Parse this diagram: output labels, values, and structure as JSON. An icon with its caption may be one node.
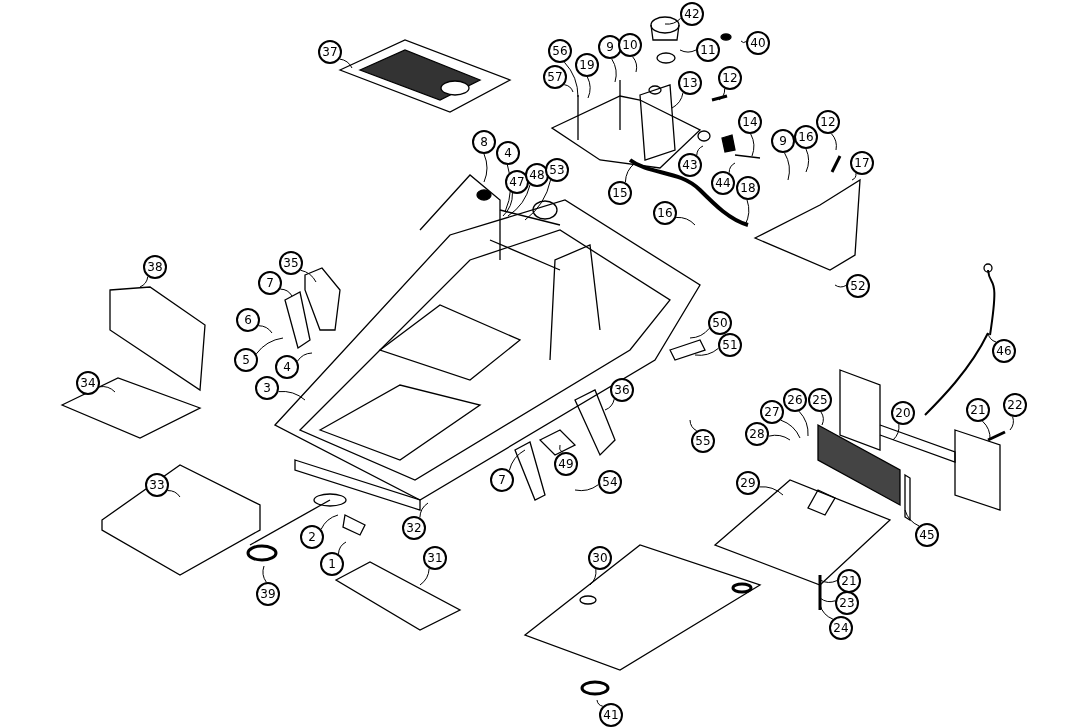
{
  "diagram": {
    "nodes": [
      {
        "text": [
          "37"
        ]
      },
      {
        "text": [
          "42"
        ]
      },
      {
        "text": [
          "56"
        ]
      },
      {
        "text": [
          "9"
        ]
      },
      {
        "text": [
          "10"
        ]
      },
      {
        "text": [
          "19"
        ]
      },
      {
        "text": [
          "11"
        ]
      },
      {
        "text": [
          "40"
        ]
      },
      {
        "text": [
          "57"
        ]
      },
      {
        "text": [
          "13"
        ]
      },
      {
        "text": [
          "12"
        ]
      },
      {
        "text": [
          "14"
        ]
      },
      {
        "text": [
          "43"
        ]
      },
      {
        "text": [
          "44"
        ]
      },
      {
        "text": [
          "9"
        ]
      },
      {
        "text": [
          "16"
        ]
      },
      {
        "text": [
          "12"
        ]
      },
      {
        "text": [
          "17"
        ]
      },
      {
        "text": [
          "15"
        ]
      },
      {
        "text": [
          "16"
        ]
      },
      {
        "text": [
          "18"
        ]
      },
      {
        "text": [
          "8"
        ]
      },
      {
        "text": [
          "4"
        ]
      },
      {
        "text": [
          "47"
        ]
      },
      {
        "text": [
          "48"
        ]
      },
      {
        "text": [
          "53"
        ]
      },
      {
        "text": [
          "38"
        ]
      },
      {
        "text": [
          "35"
        ]
      },
      {
        "text": [
          "7"
        ]
      },
      {
        "text": [
          "6"
        ]
      },
      {
        "text": [
          "5"
        ]
      },
      {
        "text": [
          "4"
        ]
      },
      {
        "text": [
          "3"
        ]
      },
      {
        "text": [
          "52"
        ]
      },
      {
        "text": [
          "50"
        ]
      },
      {
        "text": [
          "51"
        ]
      },
      {
        "text": [
          "46"
        ]
      },
      {
        "text": [
          "34"
        ]
      },
      {
        "text": [
          "36"
        ]
      },
      {
        "text": [
          "55"
        ]
      },
      {
        "text": [
          "20"
        ]
      },
      {
        "text": [
          "21"
        ]
      },
      {
        "text": [
          "22"
        ]
      },
      {
        "text": [
          "25"
        ]
      },
      {
        "text": [
          "26"
        ]
      },
      {
        "text": [
          "27"
        ]
      },
      {
        "text": [
          "28"
        ]
      },
      {
        "text": [
          "49"
        ]
      },
      {
        "text": [
          "7"
        ]
      },
      {
        "text": [
          "54"
        ]
      },
      {
        "text": [
          "33"
        ]
      },
      {
        "text": [
          "29"
        ]
      },
      {
        "text": [
          "45"
        ]
      },
      {
        "text": [
          "32"
        ]
      },
      {
        "text": [
          "2"
        ]
      },
      {
        "text": [
          "1"
        ]
      },
      {
        "text": [
          "39"
        ]
      },
      {
        "text": [
          "31"
        ]
      },
      {
        "text": [
          "30"
        ]
      },
      {
        "text": [
          "21"
        ]
      },
      {
        "text": [
          "23"
        ]
      },
      {
        "text": [
          "24"
        ]
      },
      {
        "text": [
          "41"
        ]
      }
    ],
    "edges": [
      {
        "from": 0,
        "to": null,
        "arrow": "none"
      },
      {
        "from": 1,
        "to": null,
        "arrow": "none"
      },
      {
        "from": 2,
        "to": null,
        "arrow": "none"
      },
      {
        "from": 3,
        "to": null,
        "arrow": "none"
      },
      {
        "from": 4,
        "to": null,
        "arrow": "none"
      },
      {
        "from": 5,
        "to": null,
        "arrow": "none"
      },
      {
        "from": 6,
        "to": null,
        "arrow": "none"
      },
      {
        "from": 7,
        "to": null,
        "arrow": "none"
      },
      {
        "from": 8,
        "to": null,
        "arrow": "none"
      },
      {
        "from": 9,
        "to": null,
        "arrow": "none"
      },
      {
        "from": 10,
        "to": null,
        "arrow": "none"
      },
      {
        "from": 11,
        "to": null,
        "arrow": "none"
      },
      {
        "from": 12,
        "to": null,
        "arrow": "none"
      },
      {
        "from": 13,
        "to": null,
        "arrow": "none"
      },
      {
        "from": 14,
        "to": null,
        "arrow": "none"
      },
      {
        "from": 15,
        "to": null,
        "arrow": "none"
      },
      {
        "from": 16,
        "to": null,
        "arrow": "none"
      },
      {
        "from": 17,
        "to": null,
        "arrow": "none"
      },
      {
        "from": 18,
        "to": null,
        "arrow": "none"
      },
      {
        "from": 19,
        "to": null,
        "arrow": "none"
      },
      {
        "from": 20,
        "to": null,
        "arrow": "none"
      },
      {
        "from": 21,
        "to": null,
        "arrow": "none"
      },
      {
        "from": 22,
        "to": null,
        "arrow": "none"
      },
      {
        "from": 23,
        "to": null,
        "arrow": "none"
      },
      {
        "from": 24,
        "to": null,
        "arrow": "none"
      },
      {
        "from": 25,
        "to": null,
        "arrow": "none"
      },
      {
        "from": 26,
        "to": null,
        "arrow": "none"
      },
      {
        "from": 27,
        "to": null,
        "arrow": "none"
      },
      {
        "from": 28,
        "to": null,
        "arrow": "none"
      },
      {
        "from": 29,
        "to": null,
        "arrow": "none"
      },
      {
        "from": 30,
        "to": null,
        "arrow": "none"
      },
      {
        "from": 31,
        "to": null,
        "arrow": "none"
      },
      {
        "from": 32,
        "to": null,
        "arrow": "none"
      },
      {
        "from": 33,
        "to": null,
        "arrow": "none"
      },
      {
        "from": 34,
        "to": null,
        "arrow": "none"
      },
      {
        "from": 35,
        "to": null,
        "arrow": "none"
      },
      {
        "from": 36,
        "to": null,
        "arrow": "none"
      },
      {
        "from": 37,
        "to": null,
        "arrow": "none"
      },
      {
        "from": 38,
        "to": null,
        "arrow": "none"
      },
      {
        "from": 39,
        "to": null,
        "arrow": "none"
      },
      {
        "from": 40,
        "to": null,
        "arrow": "none"
      },
      {
        "from": 41,
        "to": null,
        "arrow": "none"
      },
      {
        "from": 42,
        "to": null,
        "arrow": "none"
      },
      {
        "from": 43,
        "to": null,
        "arrow": "none"
      },
      {
        "from": 44,
        "to": null,
        "arrow": "none"
      },
      {
        "from": 45,
        "to": null,
        "arrow": "none"
      },
      {
        "from": 46,
        "to": null,
        "arrow": "none"
      },
      {
        "from": 47,
        "to": null,
        "arrow": "none"
      },
      {
        "from": 48,
        "to": null,
        "arrow": "none"
      },
      {
        "from": 49,
        "to": null,
        "arrow": "none"
      },
      {
        "from": 50,
        "to": null,
        "arrow": "none"
      },
      {
        "from": 51,
        "to": null,
        "arrow": "none"
      },
      {
        "from": 52,
        "to": null,
        "arrow": "none"
      },
      {
        "from": 53,
        "to": null,
        "arrow": "none"
      },
      {
        "from": 54,
        "to": null,
        "arrow": "none"
      },
      {
        "from": 55,
        "to": null,
        "arrow": "none"
      },
      {
        "from": 56,
        "to": null,
        "arrow": "none"
      },
      {
        "from": 57,
        "to": null,
        "arrow": "none"
      },
      {
        "from": 58,
        "to": null,
        "arrow": "none"
      },
      {
        "from": 59,
        "to": null,
        "arrow": "none"
      },
      {
        "from": 60,
        "to": null,
        "arrow": "none"
      },
      {
        "from": 61,
        "to": null,
        "arrow": "none"
      },
      {
        "from": 62,
        "to": null,
        "arrow": "none"
      }
    ]
  }
}
